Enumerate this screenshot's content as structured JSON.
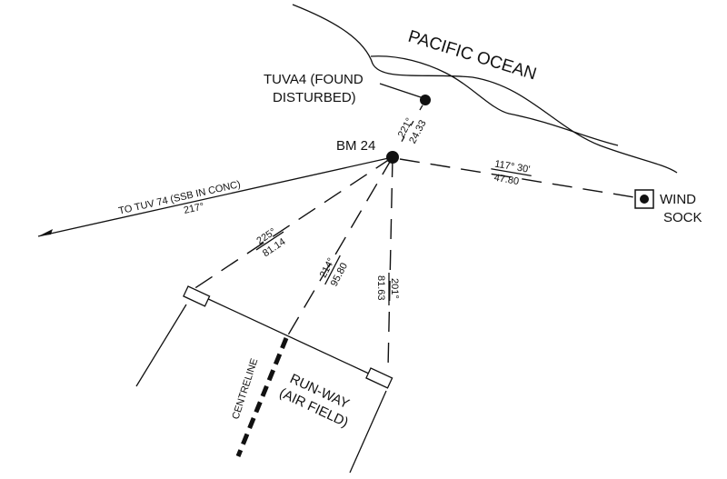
{
  "title": "PACIFIC OCEAN",
  "points": {
    "tuva4": {
      "line1": "TUVA4 (FOUND",
      "line2": "DISTURBED)"
    },
    "bm24": "BM 24",
    "windsock": {
      "line1": "WIND",
      "line2": "SOCK"
    }
  },
  "bearings": {
    "to_tuva4": {
      "bearing": "221°",
      "distance": "24.33"
    },
    "to_windsock": {
      "bearing": "117° 30'",
      "distance": "47.80"
    },
    "to_tuv74": {
      "label": "TO TUV 74 (SSB IN CONC)",
      "bearing": "217°"
    },
    "to_runway_left": {
      "bearing": "225°",
      "distance": "81.14"
    },
    "to_centreline": {
      "bearing": "214°",
      "distance": "95.80"
    },
    "to_runway_right": {
      "bearing": "201°",
      "distance": "81.63"
    }
  },
  "runway": {
    "line1": "RUN-WAY",
    "line2": "(AIR FIELD)",
    "centreline": "CENTRELINE"
  }
}
